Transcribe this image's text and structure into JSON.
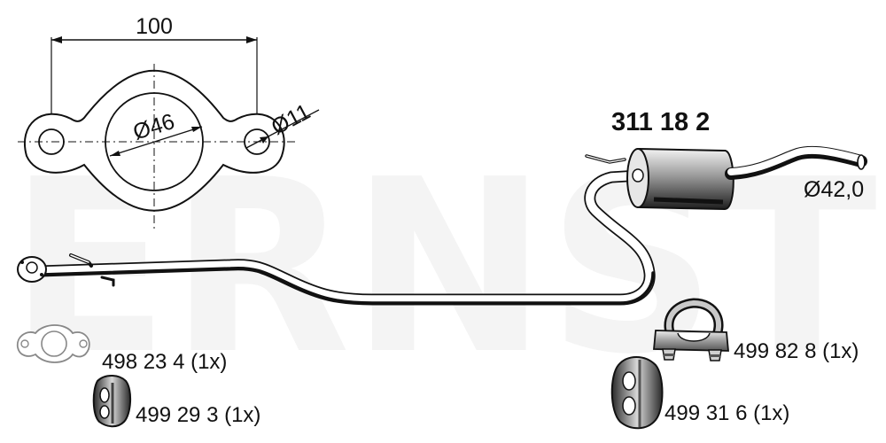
{
  "watermark": "ERNST",
  "main_part_number": "311 18 2",
  "flange": {
    "width_label": "100",
    "bore_label": "Ø46",
    "bolt_hole_label": "Ø11"
  },
  "pipe_diameter_label": "Ø42,0",
  "accessories": [
    {
      "part": "498 23 4 (1x)"
    },
    {
      "part": "499 29 3 (1x)"
    },
    {
      "part": "499 82 8 (1x)"
    },
    {
      "part": "499 31 6 (1x)"
    }
  ],
  "colors": {
    "line": "#111111",
    "muffler": "#444444",
    "part_grey": "#777777",
    "watermark": "#f4f4f4"
  }
}
